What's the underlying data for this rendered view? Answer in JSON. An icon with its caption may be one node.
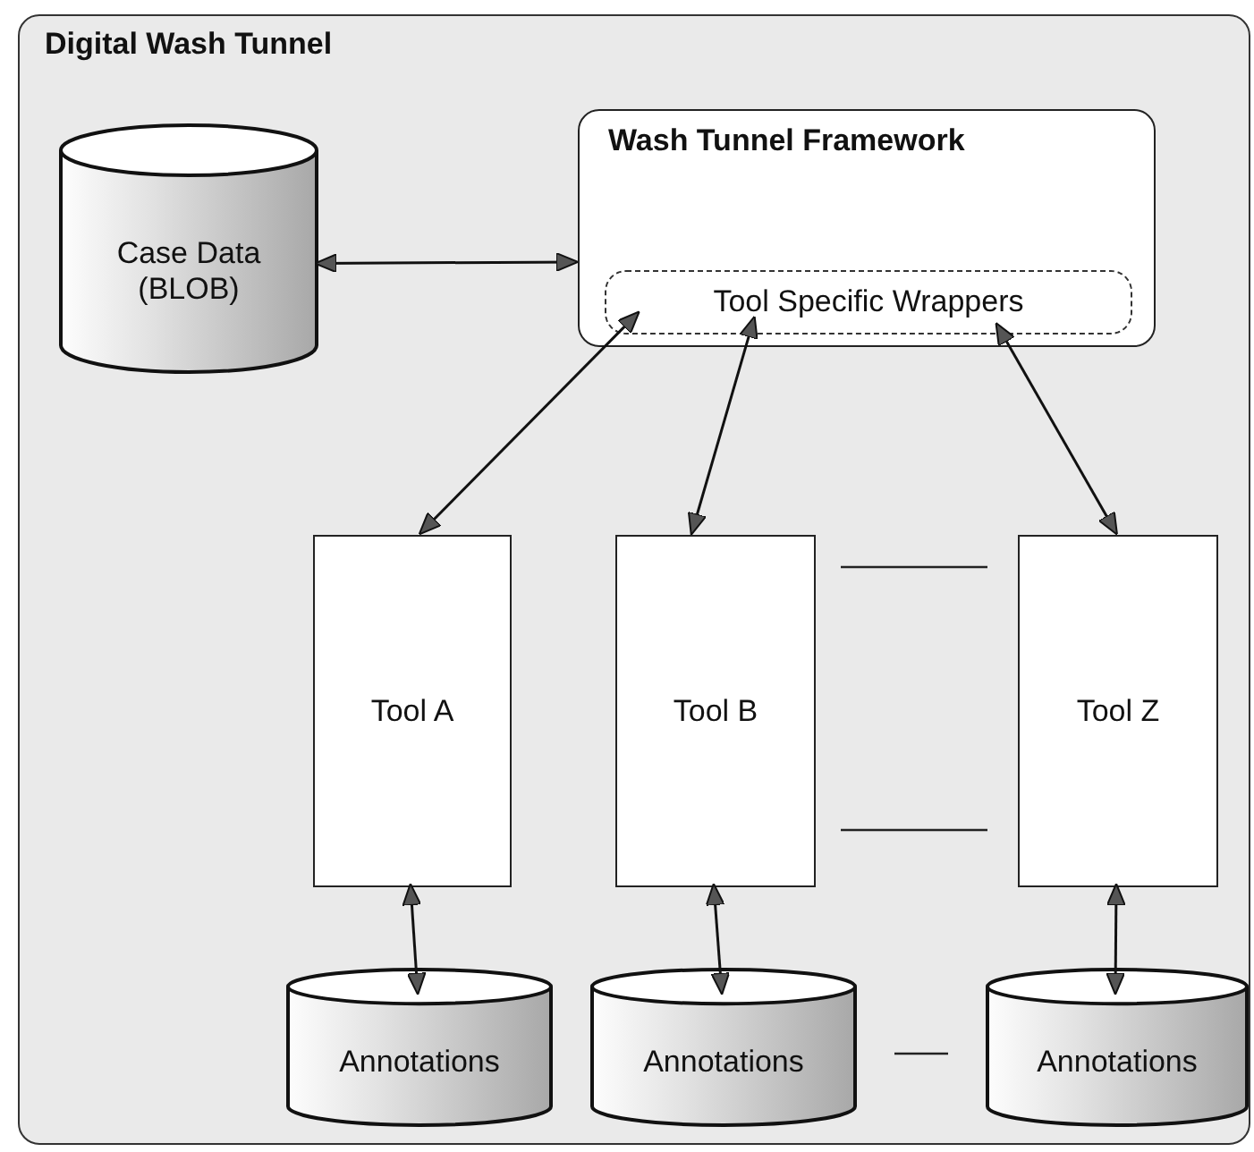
{
  "diagram": {
    "nodes": [
      {
        "text": [
          "Digital Wash Tunnel"
        ]
      },
      {
        "text": [
          "Case Data (BLOB)"
        ],
        "in": 0
      },
      {
        "text": [
          "Wash Tunnel Framework"
        ],
        "in": 0
      },
      {
        "text": [
          "Tool Specific Wrappers"
        ],
        "in": 2
      },
      {
        "text": [
          "Tool A"
        ],
        "in": 0
      },
      {
        "text": [
          "Tool B"
        ],
        "in": 0
      },
      {
        "text": [
          "Tool Z"
        ],
        "in": 0
      },
      {
        "text": [
          "Annotations"
        ],
        "in": 0
      },
      {
        "text": [
          "Annotations"
        ],
        "in": 0
      },
      {
        "text": [
          "Annotations"
        ],
        "in": 0
      }
    ],
    "edges": [
      {
        "from": 1,
        "to": 2,
        "arrow": "both"
      },
      {
        "from": 3,
        "to": 4,
        "arrow": "both"
      },
      {
        "from": 3,
        "to": 5,
        "arrow": "both"
      },
      {
        "from": 3,
        "to": 6,
        "arrow": "both"
      },
      {
        "from": 4,
        "to": 7,
        "arrow": "both"
      },
      {
        "from": 5,
        "to": 8,
        "arrow": "both"
      },
      {
        "from": 6,
        "to": 9,
        "arrow": "both"
      }
    ]
  }
}
